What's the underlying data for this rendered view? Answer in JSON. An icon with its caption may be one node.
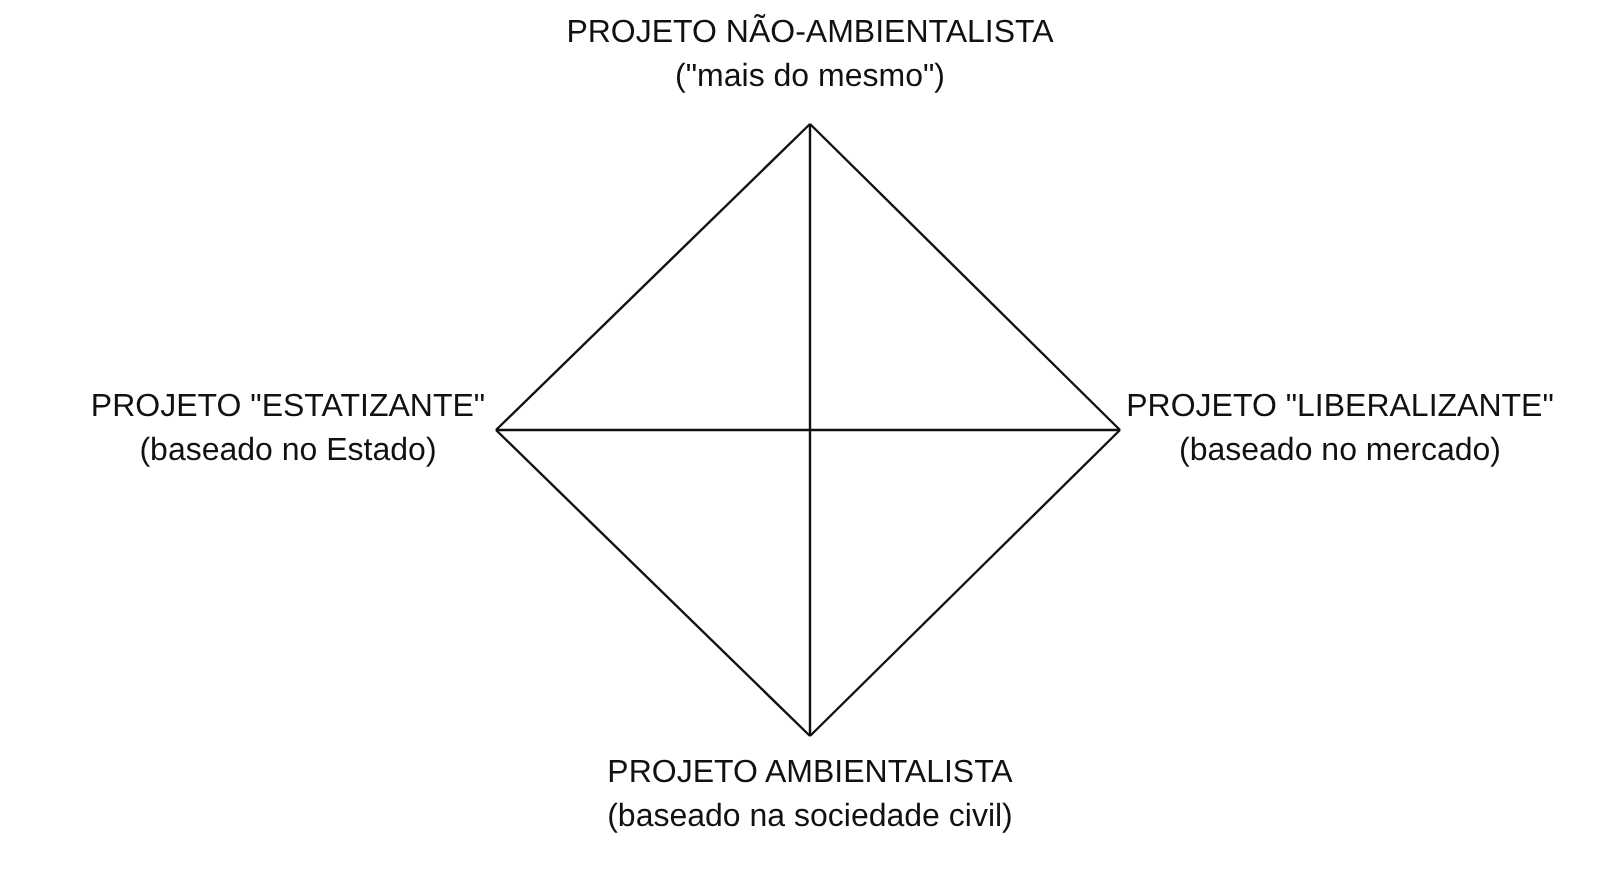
{
  "diagram": {
    "nodes": [
      {
        "text": [
          "PROJETO NÃO-AMBIENTALISTA",
          "(\"mais do mesmo\")"
        ]
      },
      {
        "text": [
          "PROJETO \"ESTATIZANTE\"",
          "(baseado no Estado)"
        ]
      },
      {
        "text": [
          "PROJETO \"LIBERALIZANTE\"",
          "(baseado no mercado)"
        ]
      },
      {
        "text": [
          "PROJETO AMBIENTALISTA",
          "(baseado na sociedade civil)"
        ]
      }
    ],
    "edges": [
      {
        "from": 0,
        "to": 2,
        "arrow": "none"
      },
      {
        "from": 2,
        "to": 3,
        "arrow": "none"
      },
      {
        "from": 3,
        "to": 1,
        "arrow": "none"
      },
      {
        "from": 1,
        "to": 0,
        "arrow": "none"
      },
      {
        "from": 0,
        "to": 3,
        "arrow": "none"
      },
      {
        "from": 1,
        "to": 2,
        "arrow": "none"
      }
    ]
  }
}
